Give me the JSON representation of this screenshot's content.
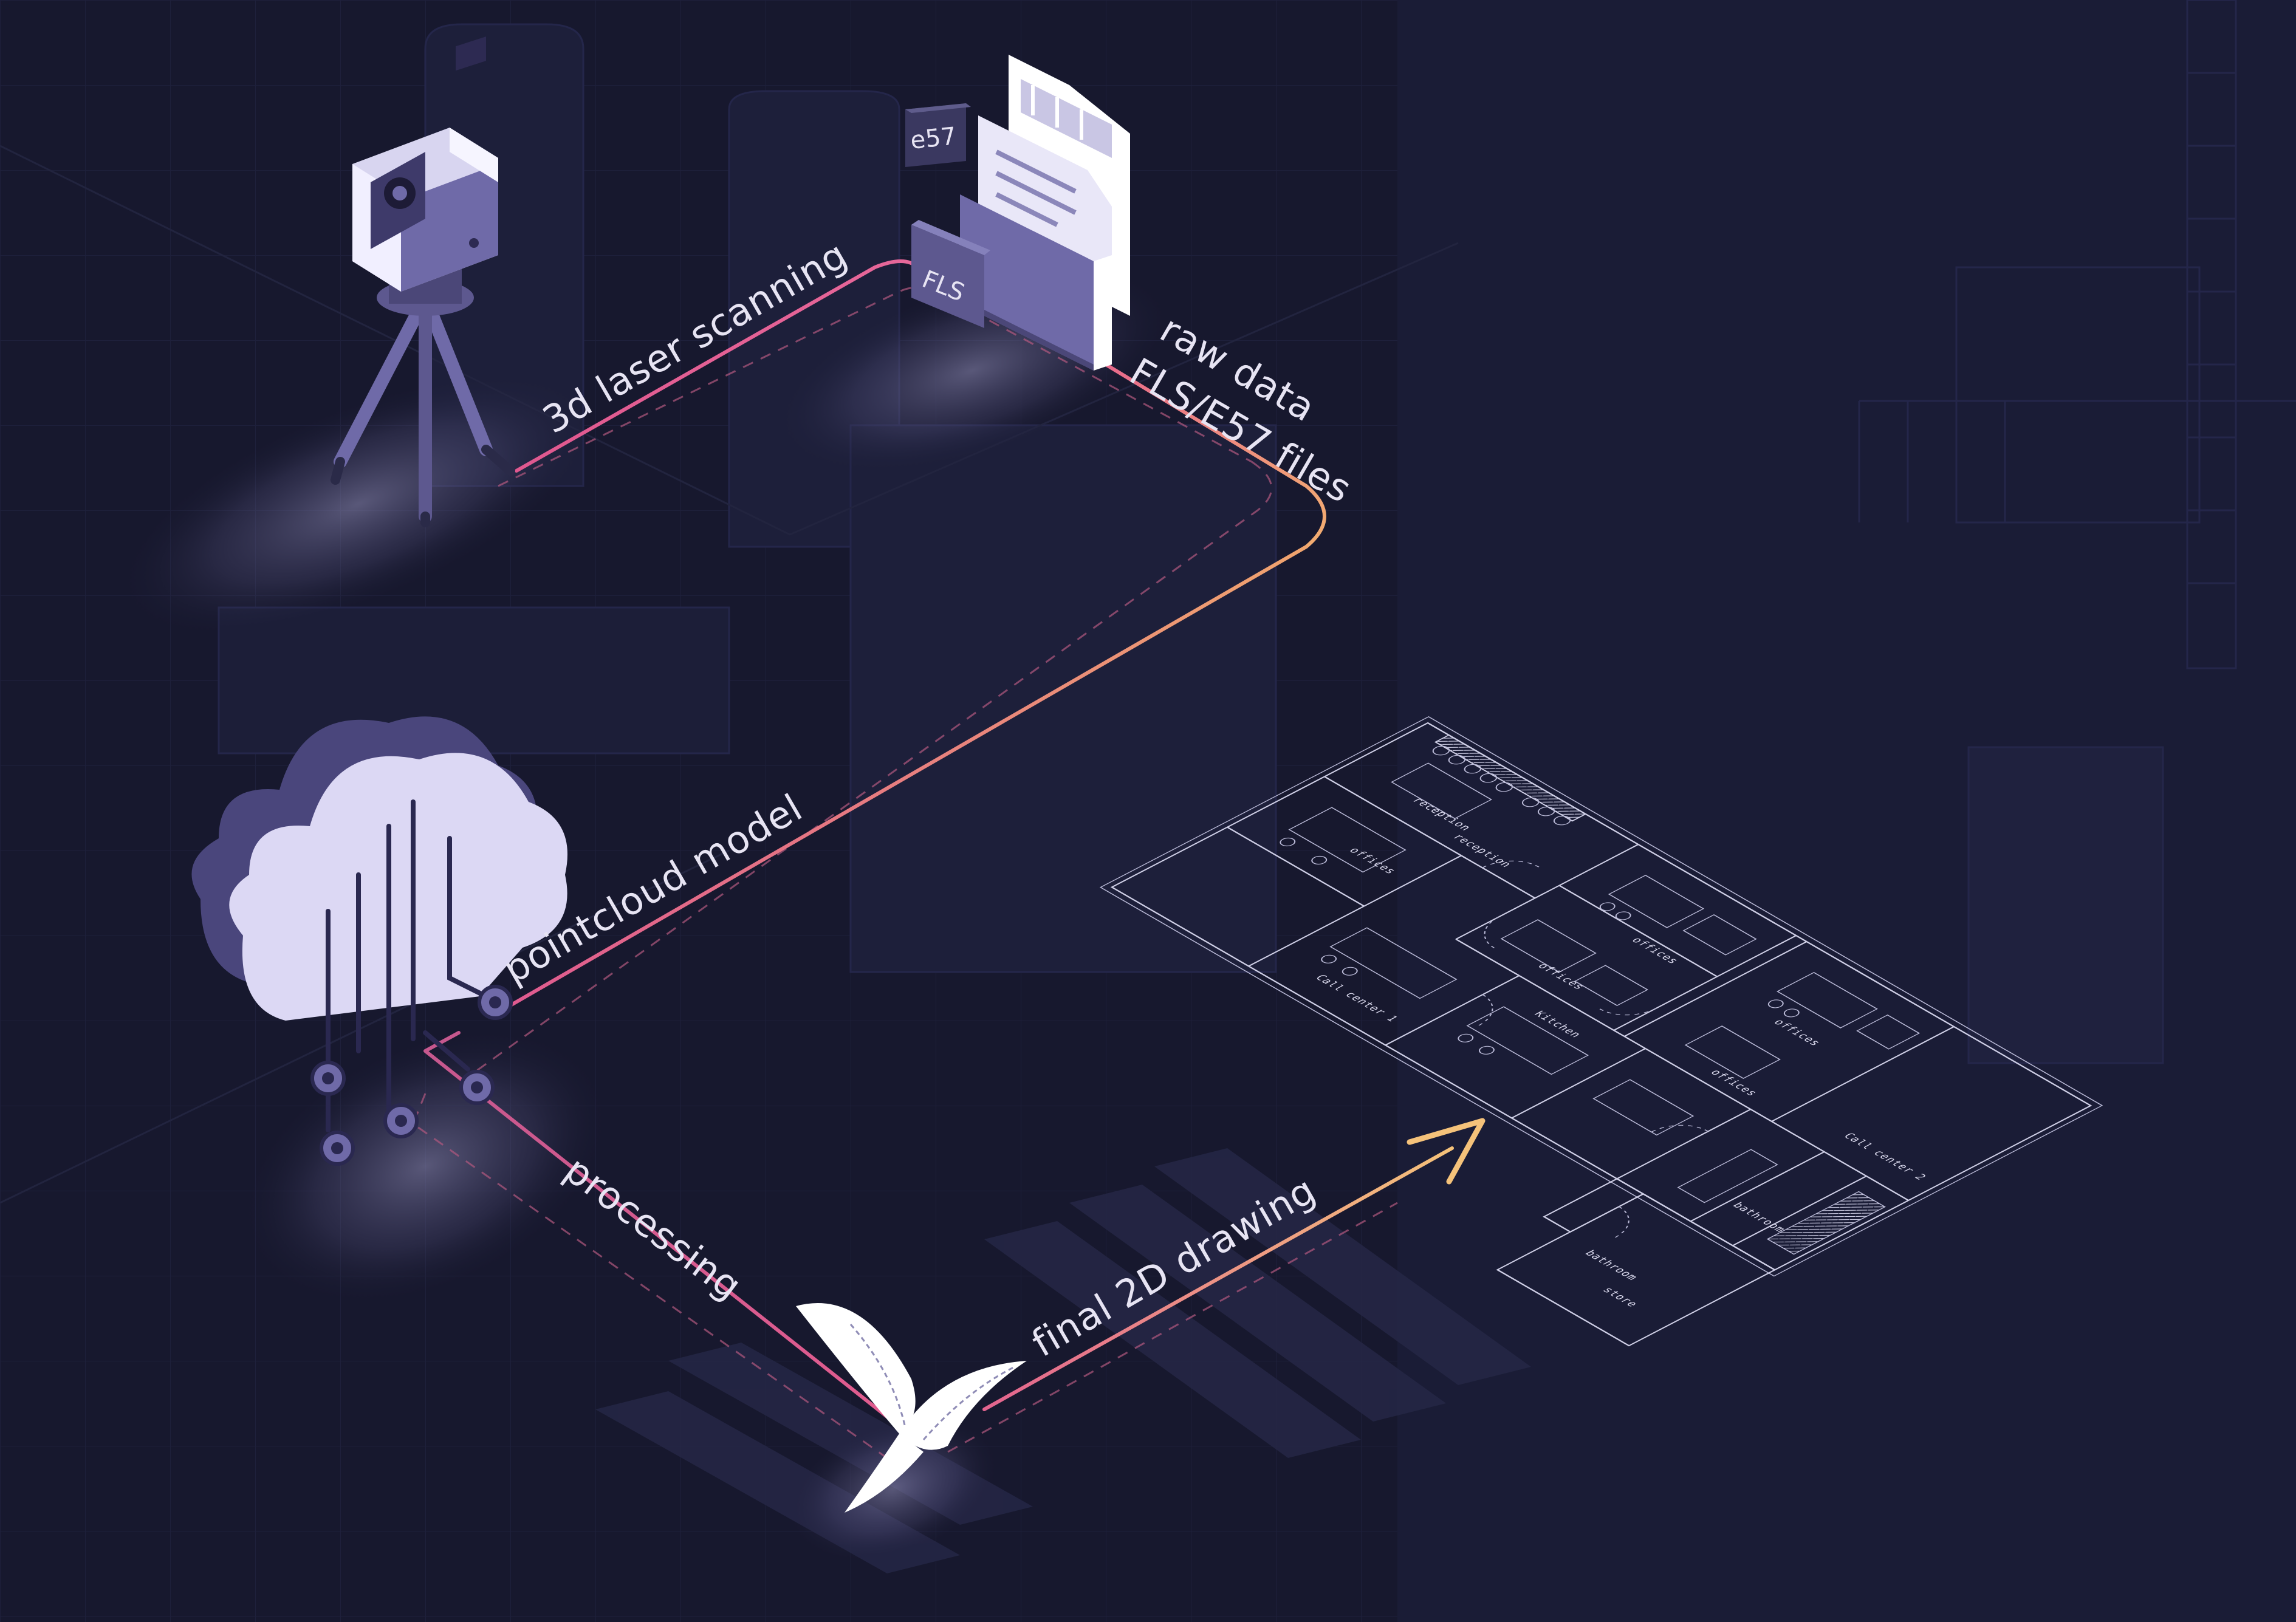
{
  "steps": {
    "scanning": "3d laser scanning",
    "raw_data_line1": "raw data",
    "raw_data_line2": "FLS/E57 files",
    "pointcloud": "pointcloud model",
    "processing": "processing",
    "final": "final 2D drawing"
  },
  "file_tags": {
    "e57": "e57",
    "fls": "FLS"
  },
  "floorplan": {
    "rooms": {
      "offices_1": "offices",
      "offices_2": "offices",
      "offices_3": "offices",
      "offices_4": "offices",
      "offices_5": "offices",
      "reception_1": "reception",
      "reception_2": "reception",
      "kitchen": "Kitchen",
      "call_center_1": "Call center 1",
      "call_center_2": "Call center 2",
      "bathroom_1": "bathroom",
      "bathroom_2": "bathroom",
      "store": "store"
    }
  },
  "colors": {
    "background": "#17182e",
    "path_pink": "#e0588f",
    "path_orange": "#f0a46e",
    "arrow": "#f5c27a",
    "device_purple": "#6f6aa8",
    "device_light": "#d8d5f0",
    "blueprint_line": "#cfcfe6"
  },
  "icons": [
    "laser-scanner-icon",
    "file-folder-icon",
    "cloud-icon",
    "bird-logo-icon",
    "blueprint-floorplan"
  ]
}
